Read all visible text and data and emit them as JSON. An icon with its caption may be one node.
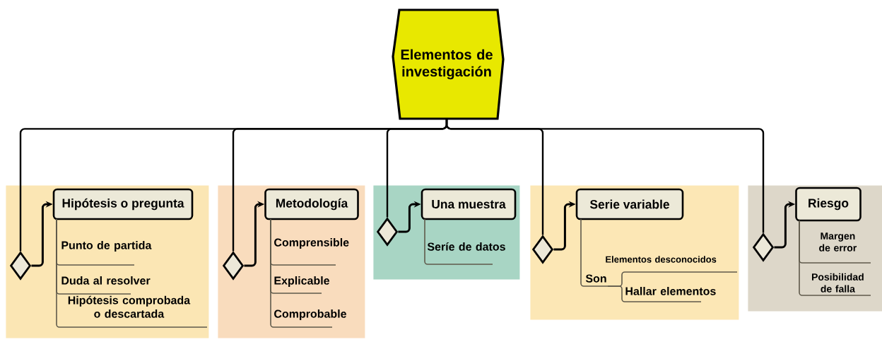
{
  "diagram": {
    "nodes": [
      {
        "text": [
          "Elementos de investigación"
        ]
      },
      {
        "text": [],
        "shape": "box"
      },
      {
        "text": [],
        "shape": "diamond",
        "in": 1
      },
      {
        "text": [
          "Hipótesis o pregunta"
        ],
        "in": 1
      },
      {
        "text": [
          "Punto de partida"
        ],
        "in": 1
      },
      {
        "text": [
          "Duda al resolver"
        ],
        "in": 1
      },
      {
        "text": [
          "Hipótesis comprobada o descartada"
        ],
        "in": 1
      },
      {
        "text": [],
        "shape": "box"
      },
      {
        "text": [],
        "shape": "diamond",
        "in": 7
      },
      {
        "text": [
          "Metodología"
        ],
        "in": 7
      },
      {
        "text": [
          "Comprensible"
        ],
        "in": 7
      },
      {
        "text": [
          "Explicable"
        ],
        "in": 7
      },
      {
        "text": [
          "Comprobable"
        ],
        "in": 7
      },
      {
        "text": [],
        "shape": "box"
      },
      {
        "text": [],
        "shape": "diamond",
        "in": 13
      },
      {
        "text": [
          "Una muestra"
        ],
        "in": 13
      },
      {
        "text": [
          "Seríe de datos"
        ],
        "in": 13
      },
      {
        "text": [],
        "shape": "box"
      },
      {
        "text": [],
        "shape": "diamond",
        "in": 17
      },
      {
        "text": [
          "Serie variable"
        ],
        "in": 17
      },
      {
        "text": [
          "Son"
        ],
        "in": 17
      },
      {
        "text": [
          "Elementos desconocidos"
        ],
        "in": 17
      },
      {
        "text": [
          "Hallar elementos"
        ],
        "in": 17
      },
      {
        "text": [],
        "shape": "box"
      },
      {
        "text": [],
        "shape": "diamond",
        "in": 23
      },
      {
        "text": [
          "Riesgo"
        ],
        "in": 23
      },
      {
        "text": [
          "Margen de error"
        ],
        "in": 23
      },
      {
        "text": [
          "Posibilidad de falla"
        ],
        "in": 23
      }
    ],
    "edges": [
      {
        "from": 0,
        "to": 2,
        "arrow": "none",
        "color": "#000000"
      },
      {
        "from": 0,
        "to": 8,
        "arrow": "none",
        "color": "#000000"
      },
      {
        "from": 0,
        "to": 14,
        "arrow": "none",
        "color": "#000000"
      },
      {
        "from": 0,
        "to": 18,
        "arrow": "none",
        "color": "#000000"
      },
      {
        "from": 0,
        "to": 24,
        "arrow": "none",
        "color": "#000000"
      },
      {
        "from": 2,
        "to": 3,
        "arrow": "to",
        "color": "#000000"
      },
      {
        "from": 8,
        "to": 9,
        "arrow": "to",
        "color": "#000000"
      },
      {
        "from": 14,
        "to": 15,
        "arrow": "to",
        "color": "#000000"
      },
      {
        "from": 18,
        "to": 19,
        "arrow": "to",
        "color": "#000000"
      },
      {
        "from": 24,
        "to": 25,
        "arrow": "to",
        "color": "#000000"
      },
      {
        "from": 3,
        "to": 4,
        "arrow": "none"
      },
      {
        "from": 3,
        "to": 5,
        "arrow": "none"
      },
      {
        "from": 3,
        "to": 6,
        "arrow": "none"
      },
      {
        "from": 9,
        "to": 10,
        "arrow": "none"
      },
      {
        "from": 9,
        "to": 11,
        "arrow": "none"
      },
      {
        "from": 9,
        "to": 12,
        "arrow": "none"
      },
      {
        "from": 15,
        "to": 16,
        "arrow": "none"
      },
      {
        "from": 19,
        "to": 20,
        "arrow": "none"
      },
      {
        "from": 20,
        "to": 21,
        "arrow": "none"
      },
      {
        "from": 20,
        "to": 22,
        "arrow": "none"
      },
      {
        "from": 25,
        "to": 26,
        "arrow": "none"
      },
      {
        "from": 25,
        "to": 27,
        "arrow": "none"
      }
    ]
  }
}
